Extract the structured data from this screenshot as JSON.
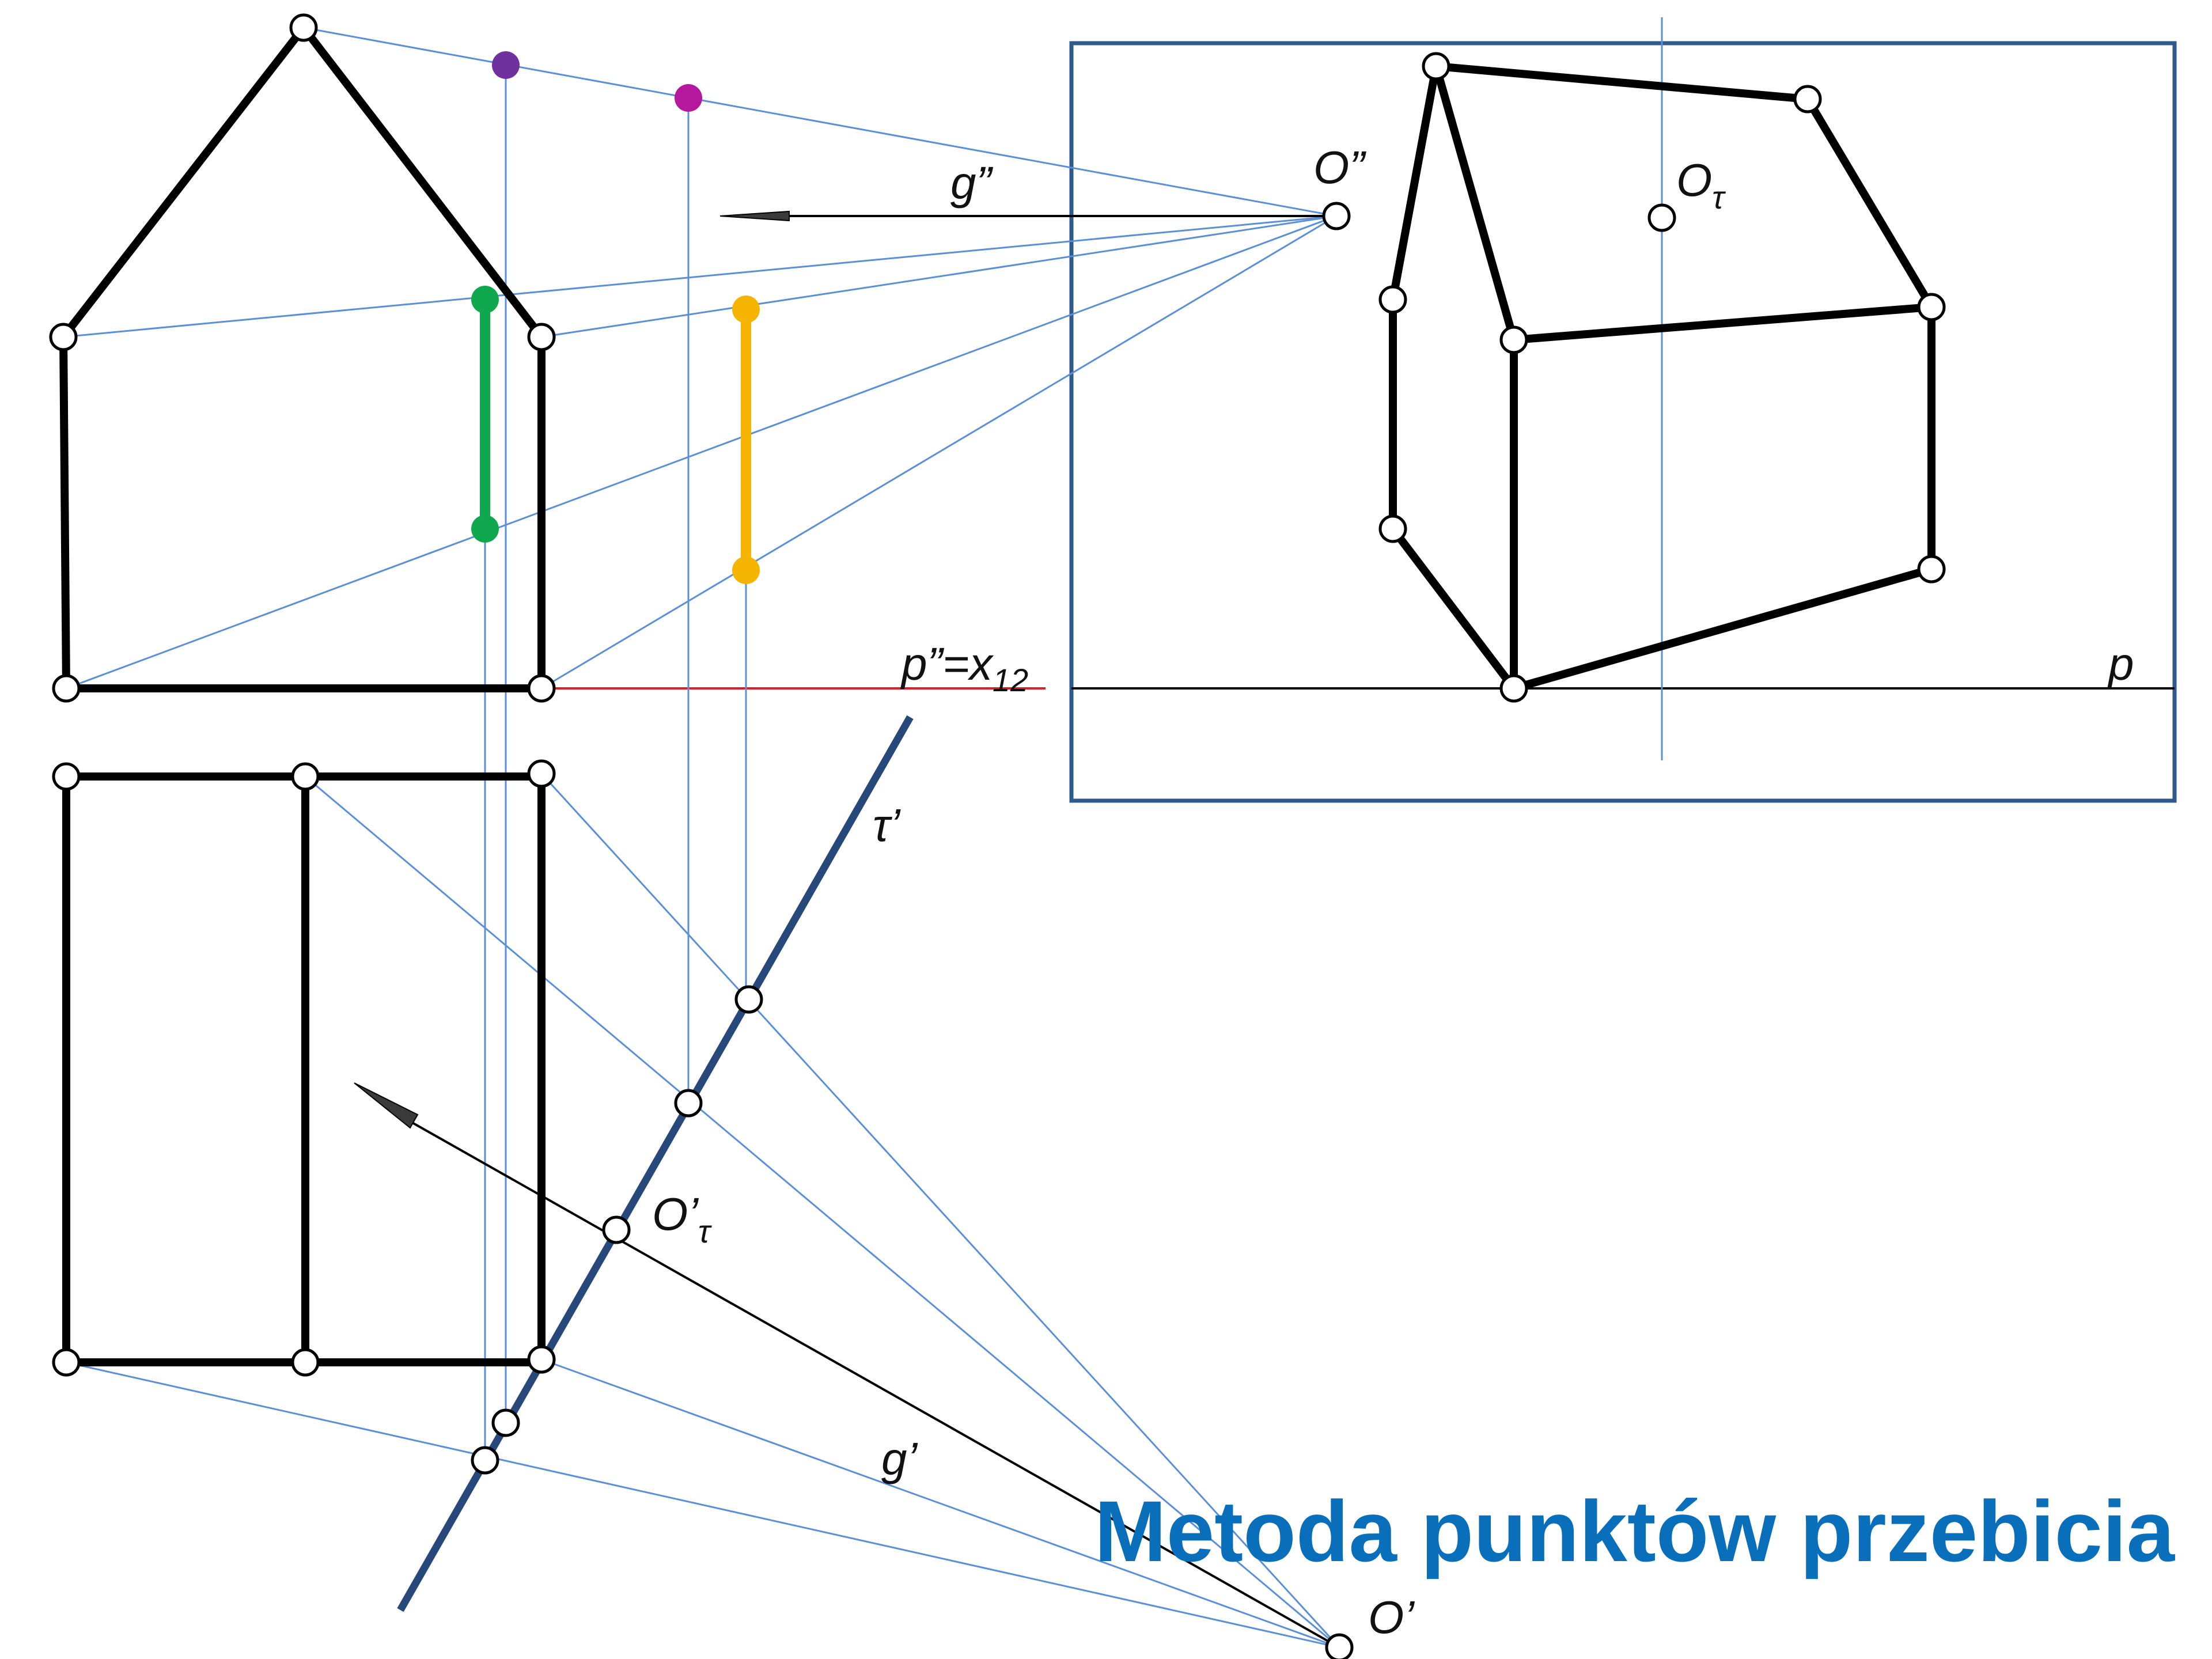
{
  "title": "Metoda punktów przebicia",
  "labels": {
    "g_front": "g”",
    "o_front": "O”",
    "o_tau": "O",
    "o_tau_sub": "τ",
    "p_front": "p”=x",
    "p_front_sub": "12",
    "p_picture": "p",
    "tau_top": "τ’",
    "o_prime_tau": "O’",
    "o_prime_tau_sub": "τ",
    "g_top": "g’",
    "o_top": "O’"
  },
  "colors": {
    "frame": "#2f5a8c",
    "projection_line": "#5b8fd6",
    "trace_line": "#26487a",
    "ground_line": "#e02020",
    "green_segment": "#10a84e",
    "yellow_segment": "#f5b400",
    "purple_point": "#7030a0",
    "magenta_point": "#b5179e",
    "title": "#0a6fba"
  }
}
